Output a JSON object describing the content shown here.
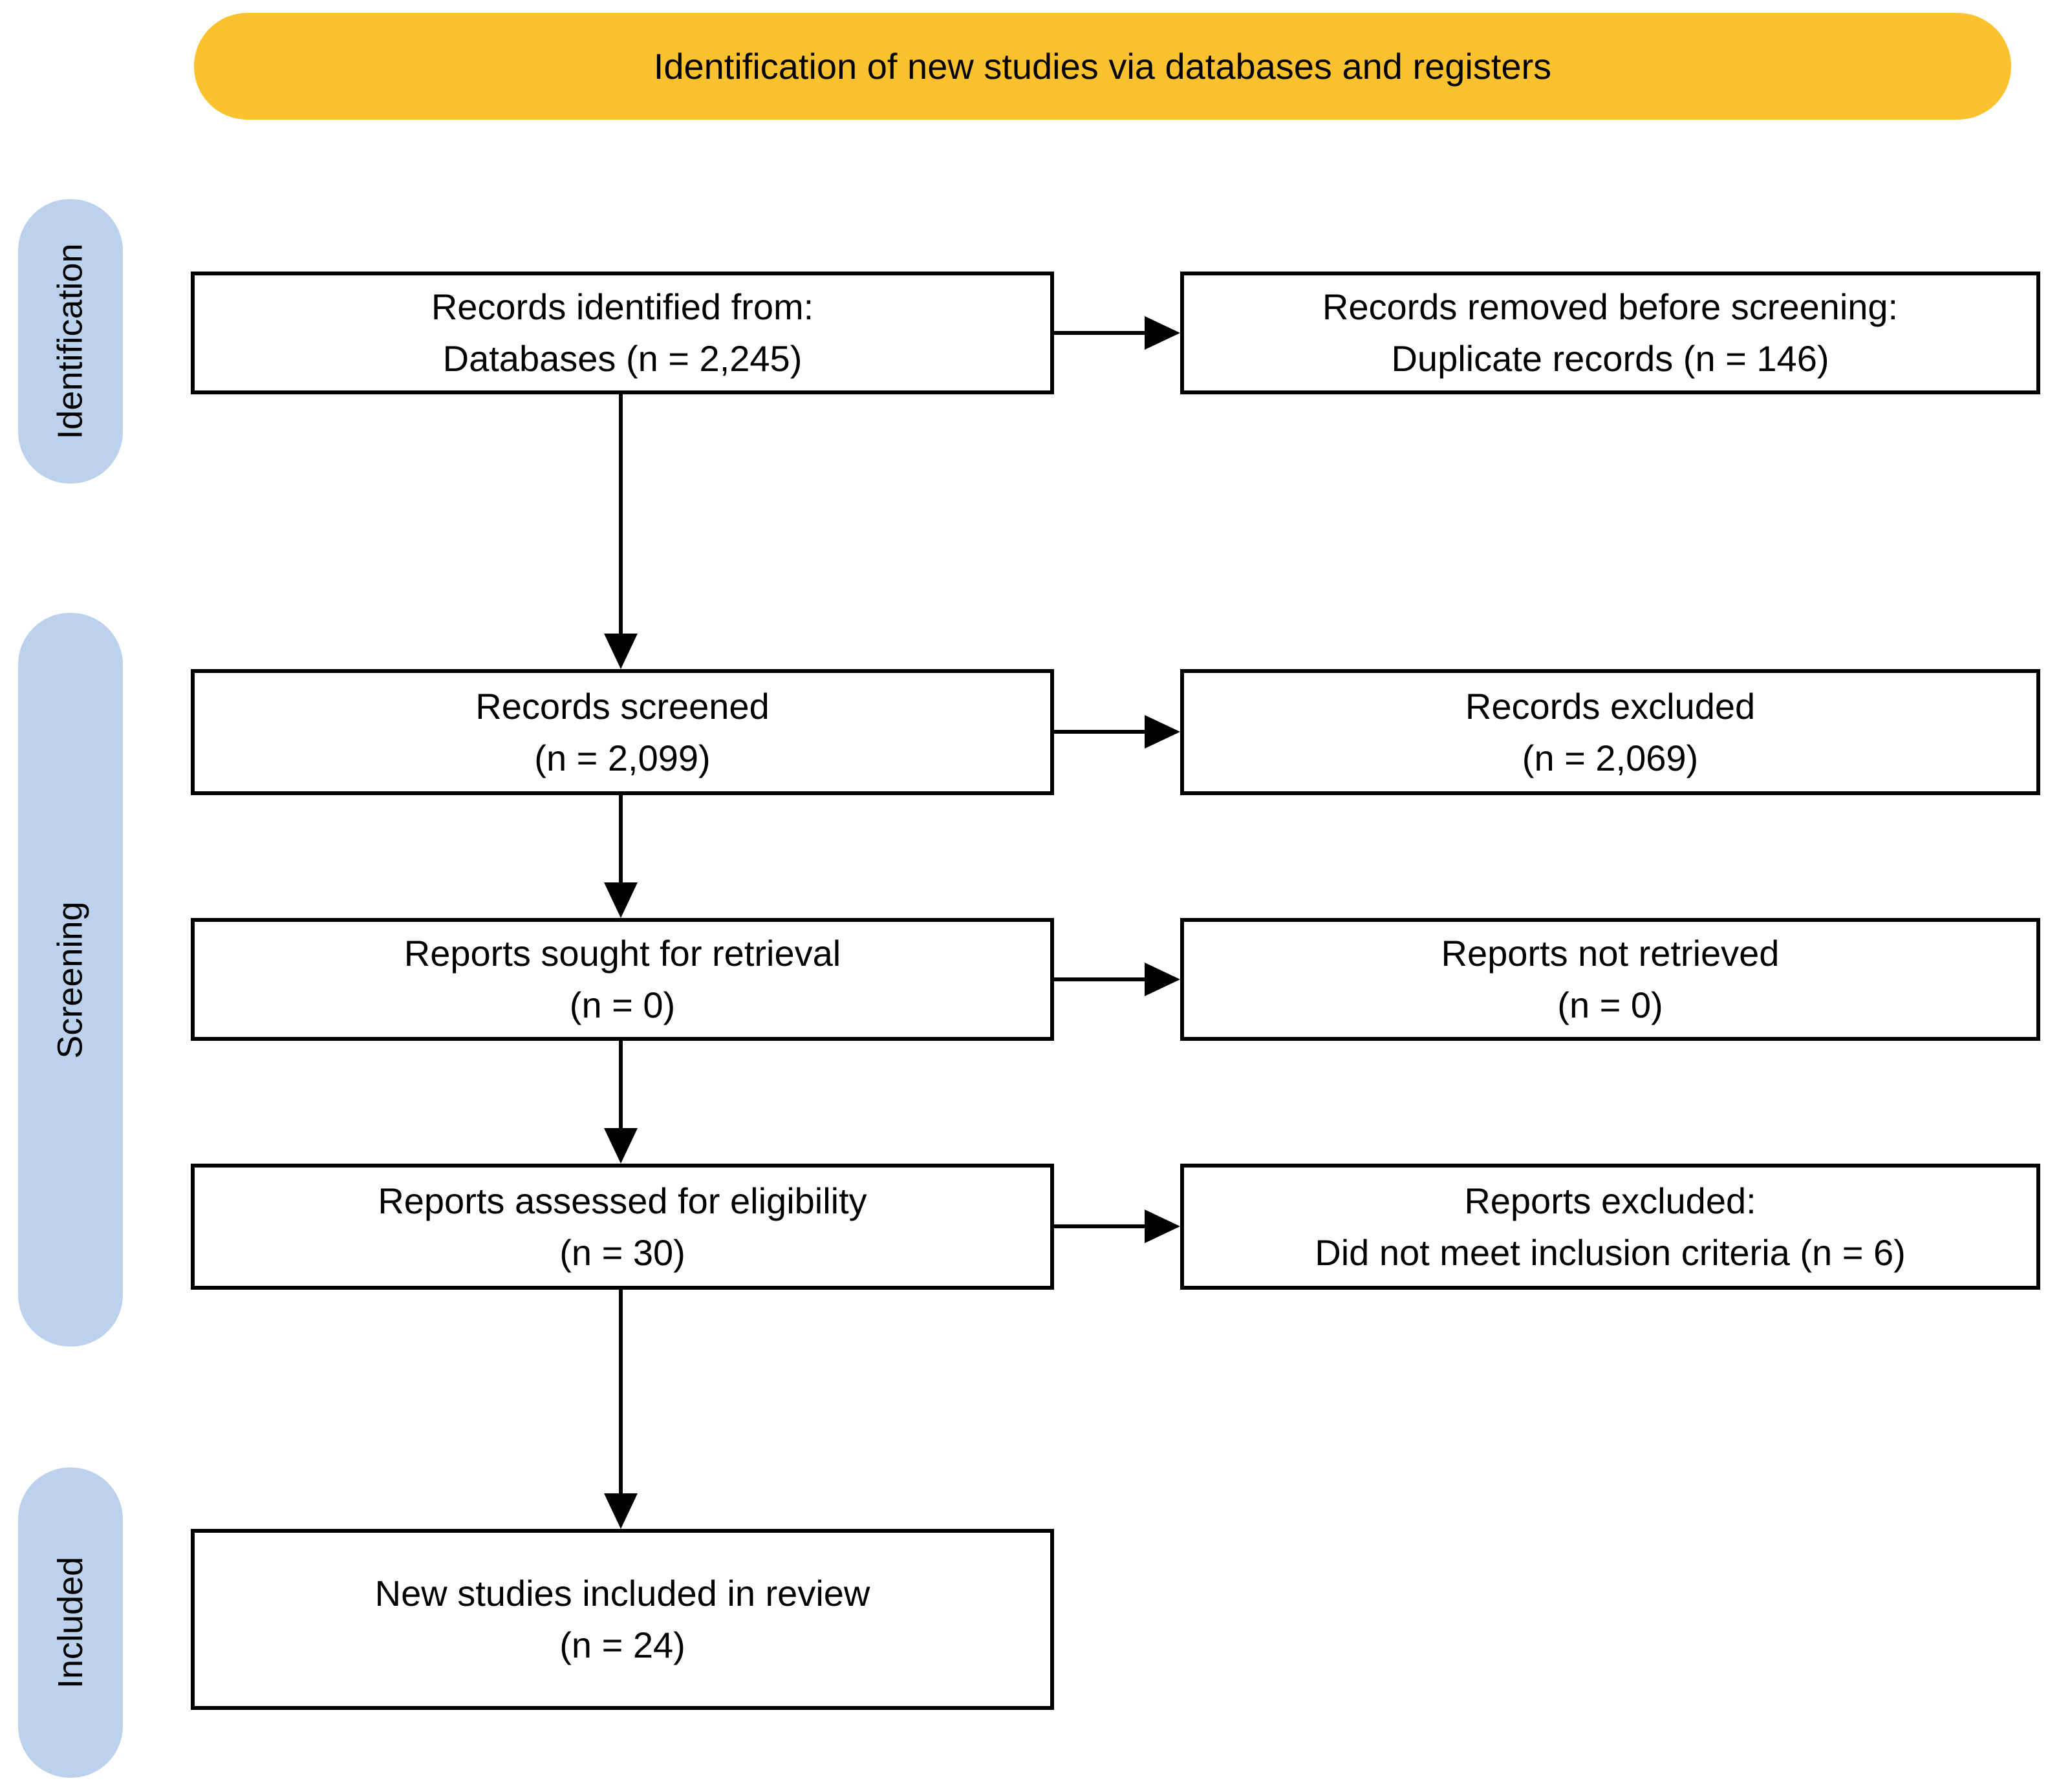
{
  "banner": {
    "title": "Identification of new studies via databases and registers"
  },
  "stages": [
    {
      "label": "Identification"
    },
    {
      "label": "Screening"
    },
    {
      "label": "Included"
    }
  ],
  "boxes": {
    "records_identified": {
      "lines": [
        "Records identified from:",
        "Databases (n = 2,245)"
      ]
    },
    "records_removed": {
      "lines": [
        "Records removed before screening:",
        "Duplicate records (n = 146)"
      ]
    },
    "records_screened": {
      "lines": [
        "Records screened",
        "(n = 2,099)"
      ]
    },
    "records_excluded": {
      "lines": [
        "Records excluded",
        "(n = 2,069)"
      ]
    },
    "reports_sought": {
      "lines": [
        "Reports sought for retrieval",
        "(n = 0)"
      ]
    },
    "reports_not_retrieved": {
      "lines": [
        "Reports not retrieved",
        "(n = 0)"
      ]
    },
    "reports_assessed": {
      "lines": [
        "Reports assessed for eligibility",
        "(n = 30)"
      ]
    },
    "reports_excluded": {
      "lines": [
        "Reports excluded:",
        "Did not meet inclusion criteria (n = 6)"
      ]
    },
    "new_studies_included": {
      "lines": [
        "New studies included in review",
        "(n = 24)"
      ]
    }
  },
  "colors": {
    "banner_bg": "#FCC12E",
    "stage_pill_bg": "#BCD1EC",
    "box_border": "#000000",
    "arrow": "#000000",
    "background": "#FFFFFF"
  }
}
